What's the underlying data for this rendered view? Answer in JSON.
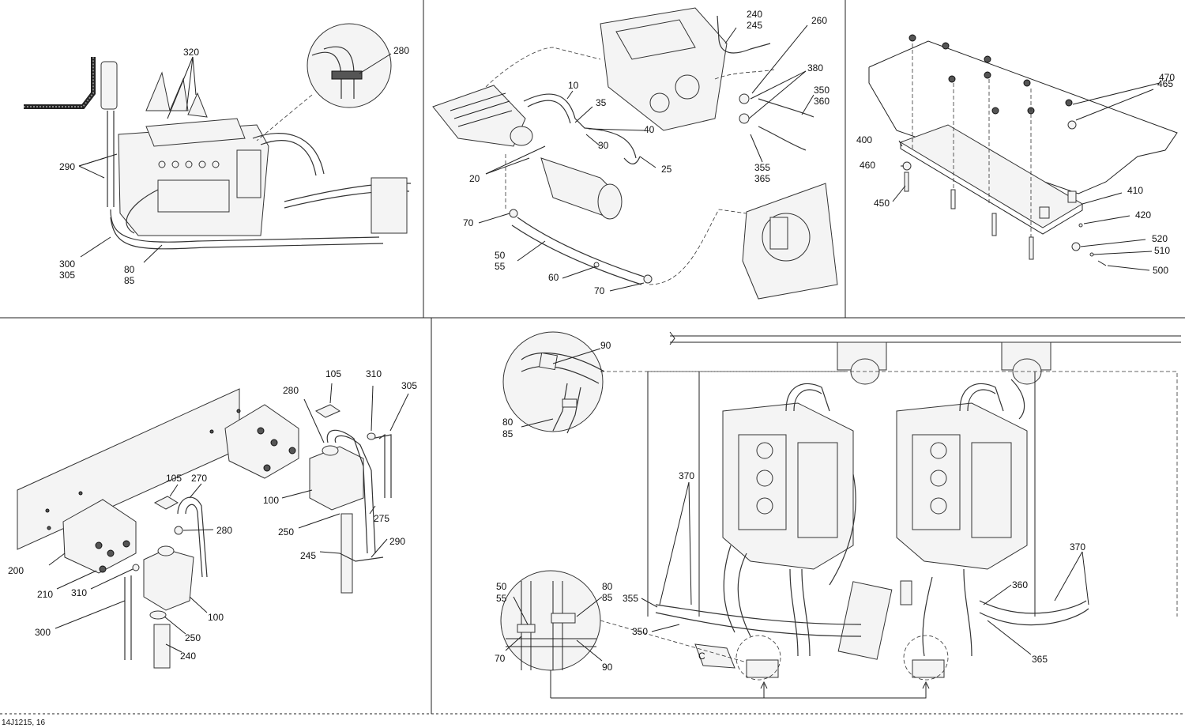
{
  "footer_code": "14J1215, 16",
  "callout_c": "C",
  "panels": {
    "top_left": {
      "labels": [
        "320",
        "280",
        "290",
        "300",
        "305",
        "80",
        "85"
      ]
    },
    "top_middle": {
      "labels": [
        "240",
        "245",
        "260",
        "380",
        "350",
        "360",
        "10",
        "35",
        "40",
        "30",
        "25",
        "20",
        "355",
        "365",
        "70",
        "50",
        "55",
        "60",
        "70"
      ]
    },
    "top_right": {
      "labels": [
        "470",
        "465",
        "400",
        "460",
        "450",
        "410",
        "420",
        "520",
        "510",
        "500"
      ]
    },
    "bottom_left": {
      "labels": [
        "105",
        "310",
        "305",
        "280",
        "100",
        "275",
        "250",
        "290",
        "245",
        "105",
        "270",
        "280",
        "200",
        "210",
        "310",
        "100",
        "300",
        "250",
        "240"
      ]
    },
    "bottom_right": {
      "labels": [
        "90",
        "80",
        "85",
        "370",
        "50",
        "55",
        "80",
        "85",
        "355",
        "350",
        "70",
        "90",
        "370",
        "360",
        "365"
      ]
    }
  }
}
